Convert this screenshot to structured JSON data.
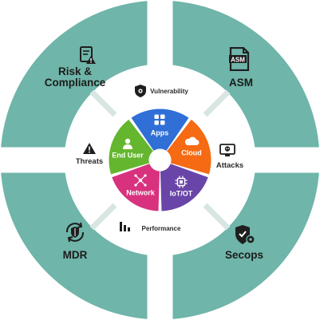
{
  "colors": {
    "outer_ring": "#6fb5a9",
    "gap": "#ffffff",
    "middle_ring": "#ffffff",
    "apps": "#2f6fd6",
    "cloud": "#f56a12",
    "iot": "#6a45a8",
    "network": "#d8327e",
    "end_user": "#65b62f",
    "icon_dark": "#1e1e1e"
  },
  "outer_ring": {
    "risk_compliance": {
      "label": "Risk & Compliance",
      "icon": "report-warning-icon"
    },
    "asm": {
      "label": "ASM",
      "icon": "asm-document-icon"
    },
    "mdr": {
      "label": "MDR",
      "icon": "shield-refresh-icon"
    },
    "secops": {
      "label": "Secops",
      "icon": "shield-gear-icon"
    }
  },
  "middle_ring": {
    "vulnerability": {
      "label": "Vulnerability",
      "icon": "shield-bug-icon"
    },
    "attacks": {
      "label": "Attacks",
      "icon": "skull-screen-icon"
    },
    "performance": {
      "label": "Performance",
      "icon": "bar-chart-icon"
    },
    "threats": {
      "label": "Threats",
      "icon": "warning-icon"
    }
  },
  "inner_wheel": {
    "apps": {
      "label": "Apps",
      "icon": "grid-icon"
    },
    "cloud": {
      "label": "Cloud",
      "icon": "cloud-icon"
    },
    "iot": {
      "label": "IoT/OT",
      "icon": "chip-icon"
    },
    "network": {
      "label": "Network",
      "icon": "network-icon"
    },
    "end_user": {
      "label": "End User",
      "icon": "user-icon"
    }
  }
}
